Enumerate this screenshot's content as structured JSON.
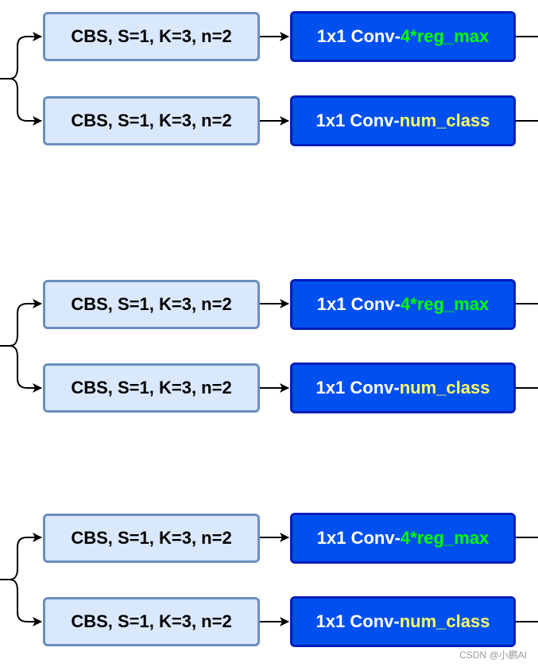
{
  "colors": {
    "cbs_fill": "#dae8fc",
    "cbs_border": "#6c8ebf",
    "conv_fill": "#0050ef",
    "conv_border": "#001dbc",
    "reg_highlight": "#00ff00",
    "cls_highlight": "#ffff66",
    "wire": "#000000"
  },
  "groups": [
    {
      "reg_branch": {
        "cbs_label": "CBS, S=1, K=3, n=2",
        "conv_prefix": "1x1 Conv-",
        "conv_suffix": "4*reg_max"
      },
      "cls_branch": {
        "cbs_label": "CBS, S=1, K=3, n=2",
        "conv_prefix": "1x1 Conv-",
        "conv_suffix": "num_class"
      }
    },
    {
      "reg_branch": {
        "cbs_label": "CBS, S=1, K=3, n=2",
        "conv_prefix": "1x1 Conv-",
        "conv_suffix": "4*reg_max"
      },
      "cls_branch": {
        "cbs_label": "CBS, S=1, K=3, n=2",
        "conv_prefix": "1x1 Conv-",
        "conv_suffix": "num_class"
      }
    },
    {
      "reg_branch": {
        "cbs_label": "CBS, S=1, K=3, n=2",
        "conv_prefix": "1x1 Conv-",
        "conv_suffix": "4*reg_max"
      },
      "cls_branch": {
        "cbs_label": "CBS, S=1, K=3, n=2",
        "conv_prefix": "1x1 Conv-",
        "conv_suffix": "num_class"
      }
    }
  ],
  "watermark": "CSDN @小鹏AI"
}
